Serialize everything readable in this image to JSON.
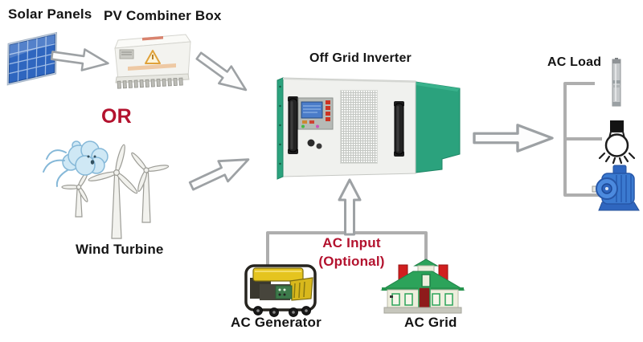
{
  "diagram": {
    "title": "Off Grid Inverter",
    "nodes": {
      "solar_panels": {
        "label": "Solar Panels"
      },
      "pv_combiner_box": {
        "label": "PV Combiner Box"
      },
      "or_choice": {
        "label": "OR"
      },
      "wind_turbine": {
        "label": "Wind Turbine"
      },
      "off_grid_inverter": {
        "label": "Off Grid Inverter"
      },
      "ac_load": {
        "label": "AC Load"
      },
      "ac_input": {
        "label": "AC Input",
        "sublabel": "(Optional)"
      },
      "ac_generator": {
        "label": "AC Generator"
      },
      "ac_grid": {
        "label": "AC Grid"
      }
    },
    "icons": {
      "solar-panel-icon": "tilted blue PV module",
      "pv-combiner-box-icon": "white combiner box with terminals",
      "wind-scene-icon": "blowing cloud with three wind turbines",
      "inverter-icon": "rack inverter, green sides, LCD, vent mesh",
      "water-pump-icon": "vertical submersible pump",
      "light-bulb-icon": "bulb with rays",
      "motor-icon": "blue electric motor",
      "generator-icon": "yellow portable genset",
      "house-icon": "green-roof grid building"
    },
    "colors": {
      "accent_red": "#b3122e",
      "label_black": "#141414",
      "connector_gray": "#aeaeae",
      "arrow_gray": "#9da1a4",
      "inverter_green": "#2ba27d",
      "panel_blue": "#2f66bf",
      "generator_yellow": "#e5c41f",
      "house_green": "#2ca35a",
      "motor_blue": "#3b7ad0"
    }
  }
}
